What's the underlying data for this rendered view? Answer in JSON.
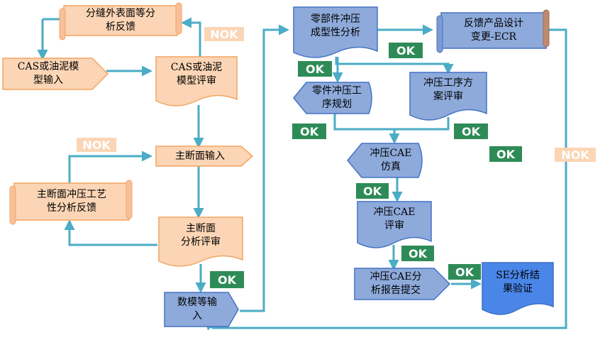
{
  "colors": {
    "orange_fill": "#fbd5b5",
    "orange_stroke": "#f4a460",
    "blue_fill": "#8eaadb",
    "blue_stroke": "#4472c4",
    "bright_blue_fill": "#4a86e8",
    "connector": "#4bacc6",
    "ok_badge": "#2e8b57",
    "nok_badge": "#fbd5b5"
  },
  "nodes": {
    "gap_feedback": "分缝外表面等分\n析反馈",
    "cas_input": "CAS或油泥模\n型输入",
    "cas_review": "CAS或油泥\n模型评审",
    "section_input": "主断面输入",
    "section_feedback": "主断面冲压工艺\n性分析反馈",
    "section_review": "主断面\n分析评审",
    "data_input": "数模等输\n入",
    "part_analysis": "零部件冲压\n成型性分析",
    "ecr": "反馈产品设计\n变更-ECR",
    "process_plan": "零件冲压工\n序规划",
    "process_review": "冲压工序方\n案评审",
    "cae_sim": "冲压CAE\n仿真",
    "cae_review": "冲压CAE\n评审",
    "cae_report": "冲压CAE分\n析报告提交",
    "se_verify": "SE分析结\n果验证"
  },
  "badges": {
    "nok_cas": "NOK",
    "nok_section": "NOK",
    "nok_ecr": "NOK",
    "ok_section": "OK",
    "ok_part_top": "OK",
    "ok_part_left": "OK",
    "ok_plan": "OK",
    "ok_process": "OK",
    "ok_mid": "OK",
    "ok_cae_sim": "OK",
    "ok_cae_review": "OK",
    "ok_report": "OK"
  }
}
